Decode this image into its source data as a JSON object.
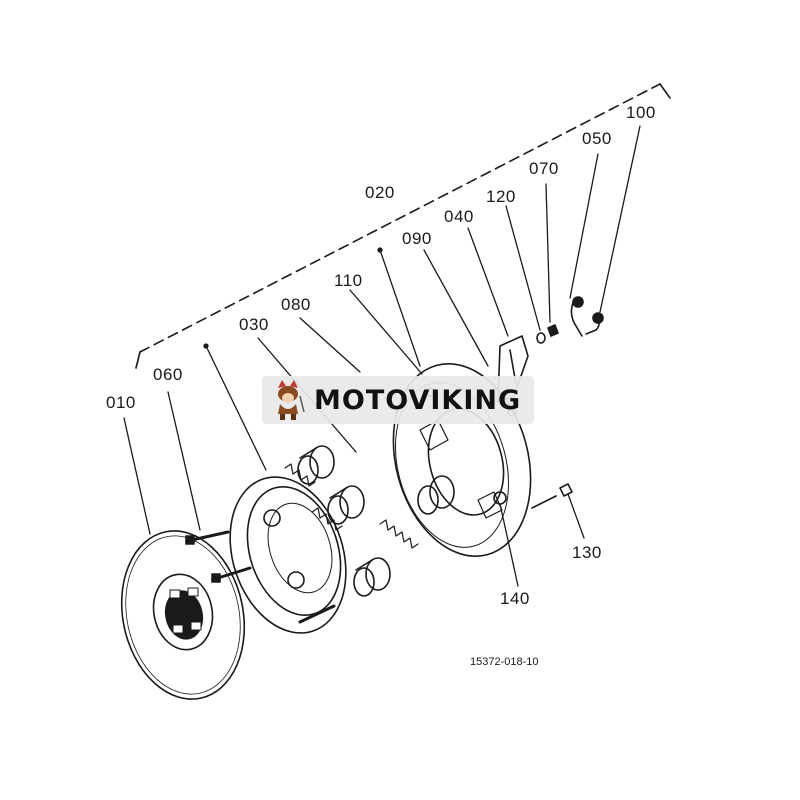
{
  "part_labels": {
    "p010": "010",
    "p020": "020",
    "p030": "030",
    "p040": "040",
    "p050": "050",
    "p060": "060",
    "p070": "070",
    "p080": "080",
    "p090": "090",
    "p100": "100",
    "p110": "110",
    "p120": "120",
    "p130": "130",
    "p140": "140"
  },
  "drawing_code": "15372-018-10",
  "watermark": {
    "brand_text": "MOTOVIKING",
    "logo_icon": "viking-mascot-icon"
  },
  "colors": {
    "line": "#1a1a1a",
    "background": "#ffffff",
    "watermark_bg": "#e8e8e8",
    "logo_accent": "#c0392b",
    "logo_brown": "#8a4b20"
  }
}
